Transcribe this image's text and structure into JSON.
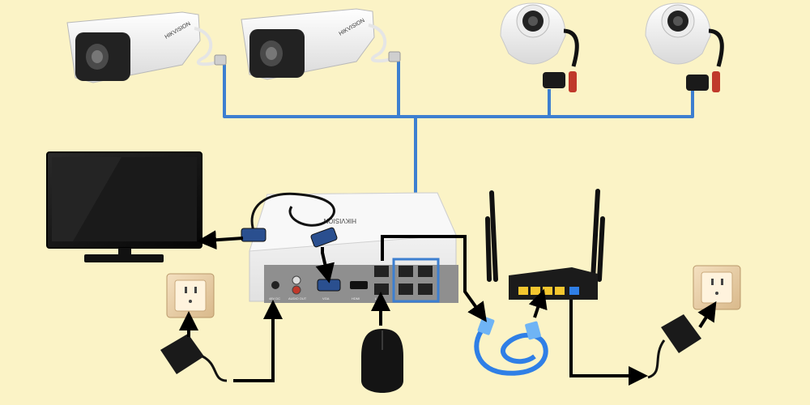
{
  "colors": {
    "background": "#fbf3c6",
    "network_cable": "#3d7fd0",
    "power_cable": "#000000",
    "lan_cable": "#2f7fe6",
    "camera_body": "#f2f2f2",
    "nvr_body": "#f4f4f4",
    "router_body": "#1b1b1b",
    "router_ports": "#f3c62f"
  },
  "labels": {
    "camera_brand": "HIKVISION",
    "nvr_brand": "HIKVISION",
    "nvr_port_vga": "VGA",
    "nvr_port_hdmi": "HDMI",
    "nvr_port_power": "48V DC",
    "nvr_port_audio": "AUDIO OUT",
    "nvr_port_lan": "LAN"
  },
  "devices": [
    {
      "id": "bullet-camera-1",
      "icon": "bullet-camera-icon"
    },
    {
      "id": "bullet-camera-2",
      "icon": "bullet-camera-icon"
    },
    {
      "id": "dome-camera-1",
      "icon": "dome-camera-icon"
    },
    {
      "id": "dome-camera-2",
      "icon": "dome-camera-icon"
    },
    {
      "id": "monitor",
      "icon": "monitor-icon"
    },
    {
      "id": "nvr",
      "icon": "nvr-icon"
    },
    {
      "id": "router",
      "icon": "router-icon"
    },
    {
      "id": "mouse",
      "icon": "mouse-icon"
    },
    {
      "id": "power-outlet-left",
      "icon": "power-outlet-icon"
    },
    {
      "id": "power-outlet-right",
      "icon": "power-outlet-icon"
    },
    {
      "id": "power-adapter-left",
      "icon": "power-adapter-icon"
    },
    {
      "id": "power-adapter-right",
      "icon": "power-adapter-icon"
    },
    {
      "id": "ethernet-cable",
      "icon": "ethernet-cable-icon"
    },
    {
      "id": "vga-cable",
      "icon": "vga-cable-icon"
    }
  ]
}
